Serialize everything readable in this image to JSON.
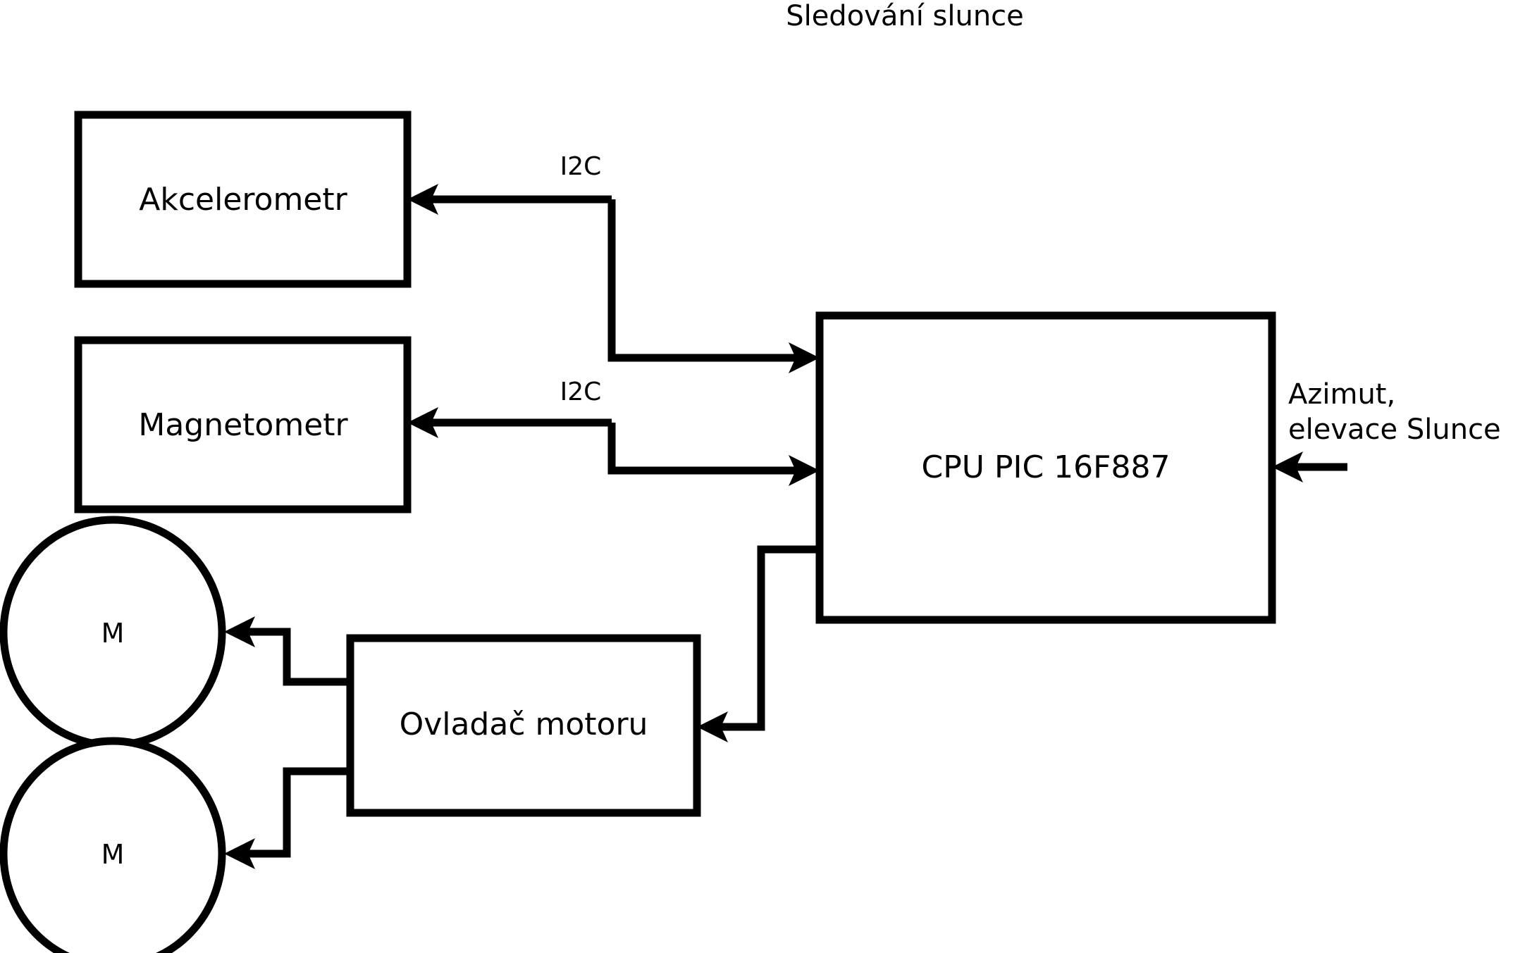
{
  "title": "Sledování slunce",
  "diagram": {
    "type": "block-diagram",
    "nodes": {
      "accelerometer": {
        "label": "Akcelerometr",
        "shape": "rectangle"
      },
      "magnetometer": {
        "label": "Magnetometr",
        "shape": "rectangle"
      },
      "cpu": {
        "label": "CPU PIC 16F887",
        "shape": "rectangle"
      },
      "motor_driver": {
        "label": "Ovladač motoru",
        "shape": "rectangle"
      },
      "motor_top": {
        "label": "M",
        "shape": "circle"
      },
      "motor_bottom": {
        "label": "M",
        "shape": "circle"
      }
    },
    "edge_labels": {
      "accelerometer_bus": "I2C",
      "magnetometer_bus": "I2C"
    },
    "annotations": {
      "sun_input": "Azimut,\nelevace Slunce",
      "sun_input_line1": "Azimut,",
      "sun_input_line2": "elevace Slunce"
    },
    "colors": {
      "stroke": "#000000",
      "fill": "#ffffff",
      "background": "#ffffff"
    }
  }
}
